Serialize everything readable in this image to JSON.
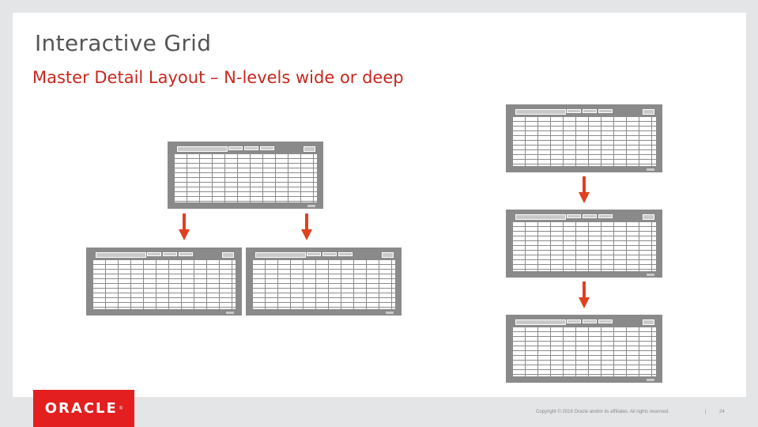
{
  "slide": {
    "title": "Interactive Grid",
    "subtitle": "Master Detail Layout – N-levels wide or deep"
  },
  "footer": {
    "logo_text": "ORACLE",
    "copyright": "Copyright © 2016 Oracle and/or its affiliates. All rights reserved.",
    "separator": "|",
    "page_number": "24"
  },
  "colors": {
    "accent": "#c7271c",
    "grid_border": "#8a8a8a",
    "logo_bg": "#e41f1f",
    "arrow": "#e04020"
  }
}
